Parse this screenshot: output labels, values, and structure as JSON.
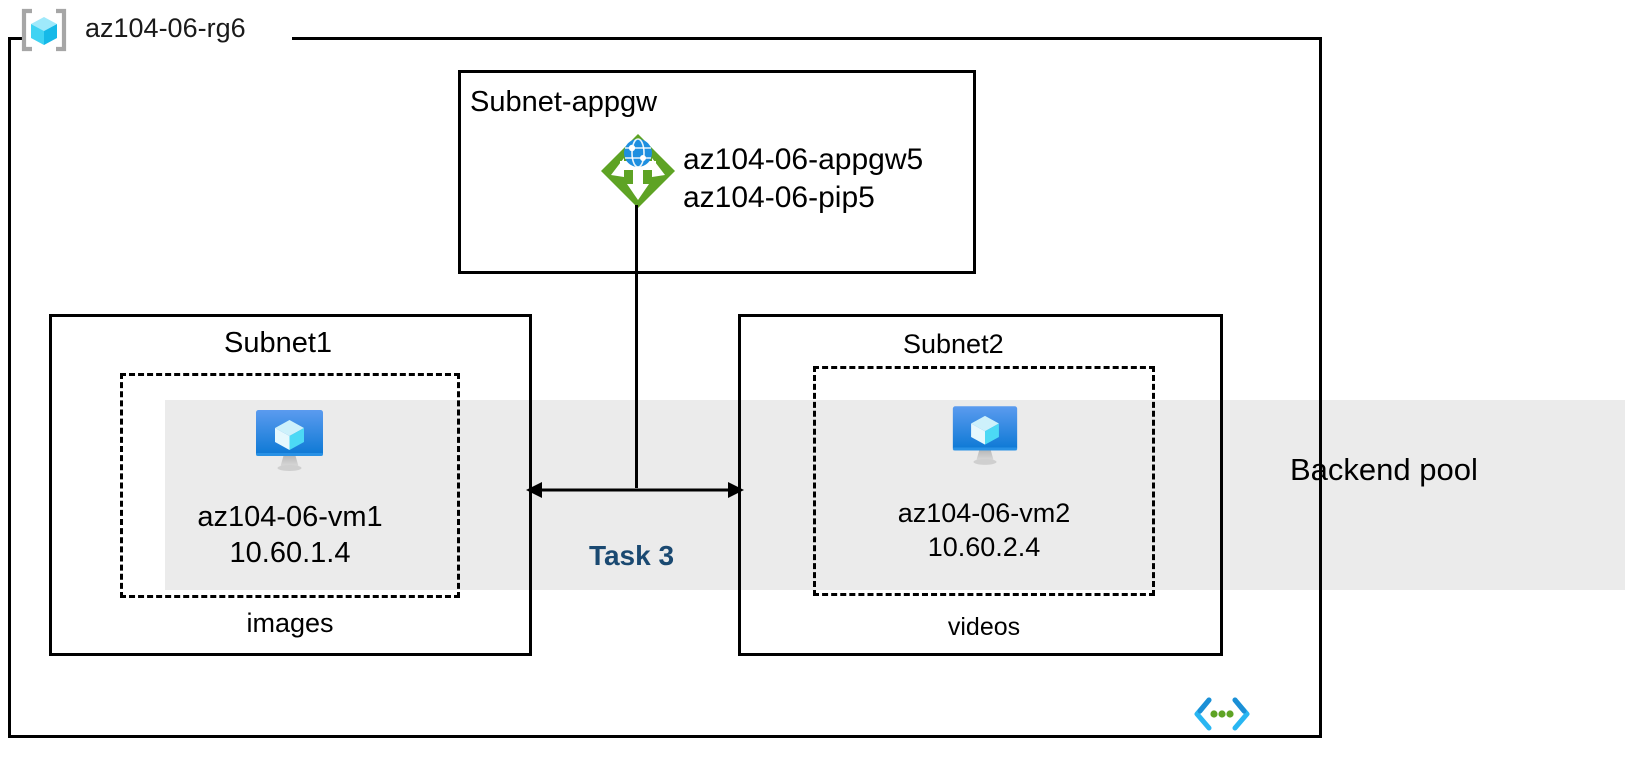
{
  "diagram": {
    "resource_group": {
      "name": "az104-06-rg6",
      "icon": "resource-group-cube-icon"
    },
    "subnets": [
      {
        "id": "appgw",
        "title": "Subnet-appgw",
        "resource_icon": "application-gateway-icon",
        "resource_lines": [
          "az104-06-appgw5",
          "az104-06-pip5"
        ]
      },
      {
        "id": "subnet1",
        "title": "Subnet1",
        "vm_icon": "virtual-machine-icon",
        "vm_name": "az104-06-vm1",
        "vm_ip": "10.60.1.4",
        "nic_label": "images"
      },
      {
        "id": "subnet2",
        "title": "Subnet2",
        "vm_icon": "virtual-machine-icon",
        "vm_name": "az104-06-vm2",
        "vm_ip": "10.60.2.4",
        "nic_label": "videos"
      }
    ],
    "backend_pool": {
      "label": "Backend pool",
      "band_color": "#ebebeb"
    },
    "connector": {
      "task_label": "Task 3",
      "task_label_color": "#1a4971",
      "arrow_style": "double-headed-horizontal"
    },
    "template_icon": {
      "name": "arm-template-code-icon",
      "bracket_color": "#29b6f2",
      "dot_color": "#5ea324"
    },
    "colors": {
      "appgw_green": "#5ea324",
      "vm_blue_top": "#5b9bef",
      "vm_blue_bottom": "#0b78d4",
      "cube_cyan": "#9fe7fa",
      "border_black": "#000000"
    }
  }
}
